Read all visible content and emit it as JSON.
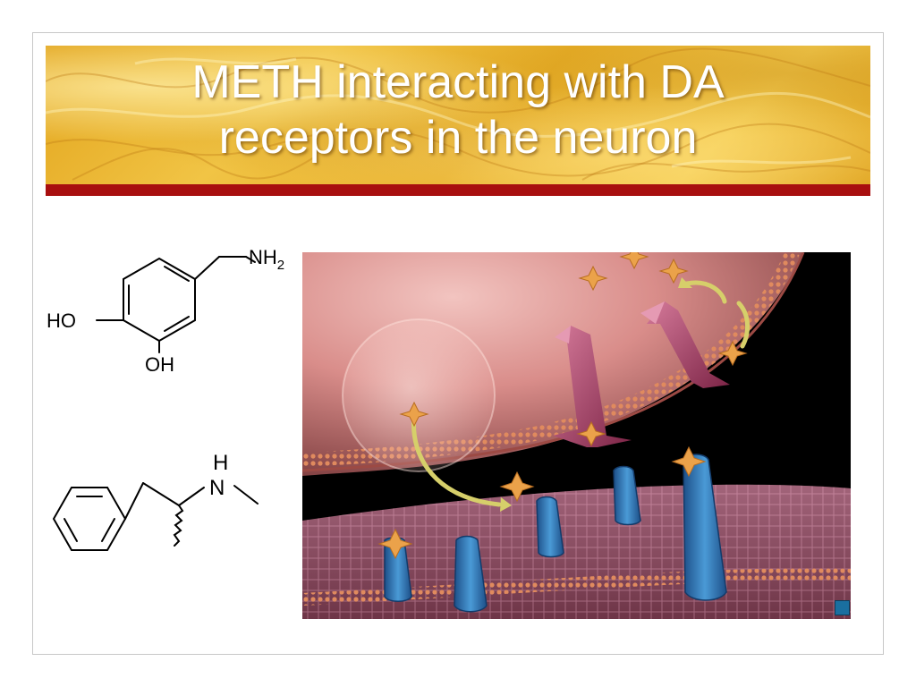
{
  "slide": {
    "title_line1": "METH interacting with DA",
    "title_line2": "receptors in the neuron",
    "accent_color": "#a80f0f",
    "title_color": "#ffffff"
  },
  "dopamine": {
    "amine_label": "NH",
    "amine_subscript": "2",
    "hydroxyl_left": "HO",
    "hydroxyl_bottom": "OH"
  },
  "methamphetamine": {
    "nh_h": "H",
    "nh_n": "N"
  },
  "illustration": {
    "icons": [
      "dopamine-molecule-icon",
      "transporter-icon",
      "receptor-icon",
      "vesicle-icon"
    ]
  }
}
